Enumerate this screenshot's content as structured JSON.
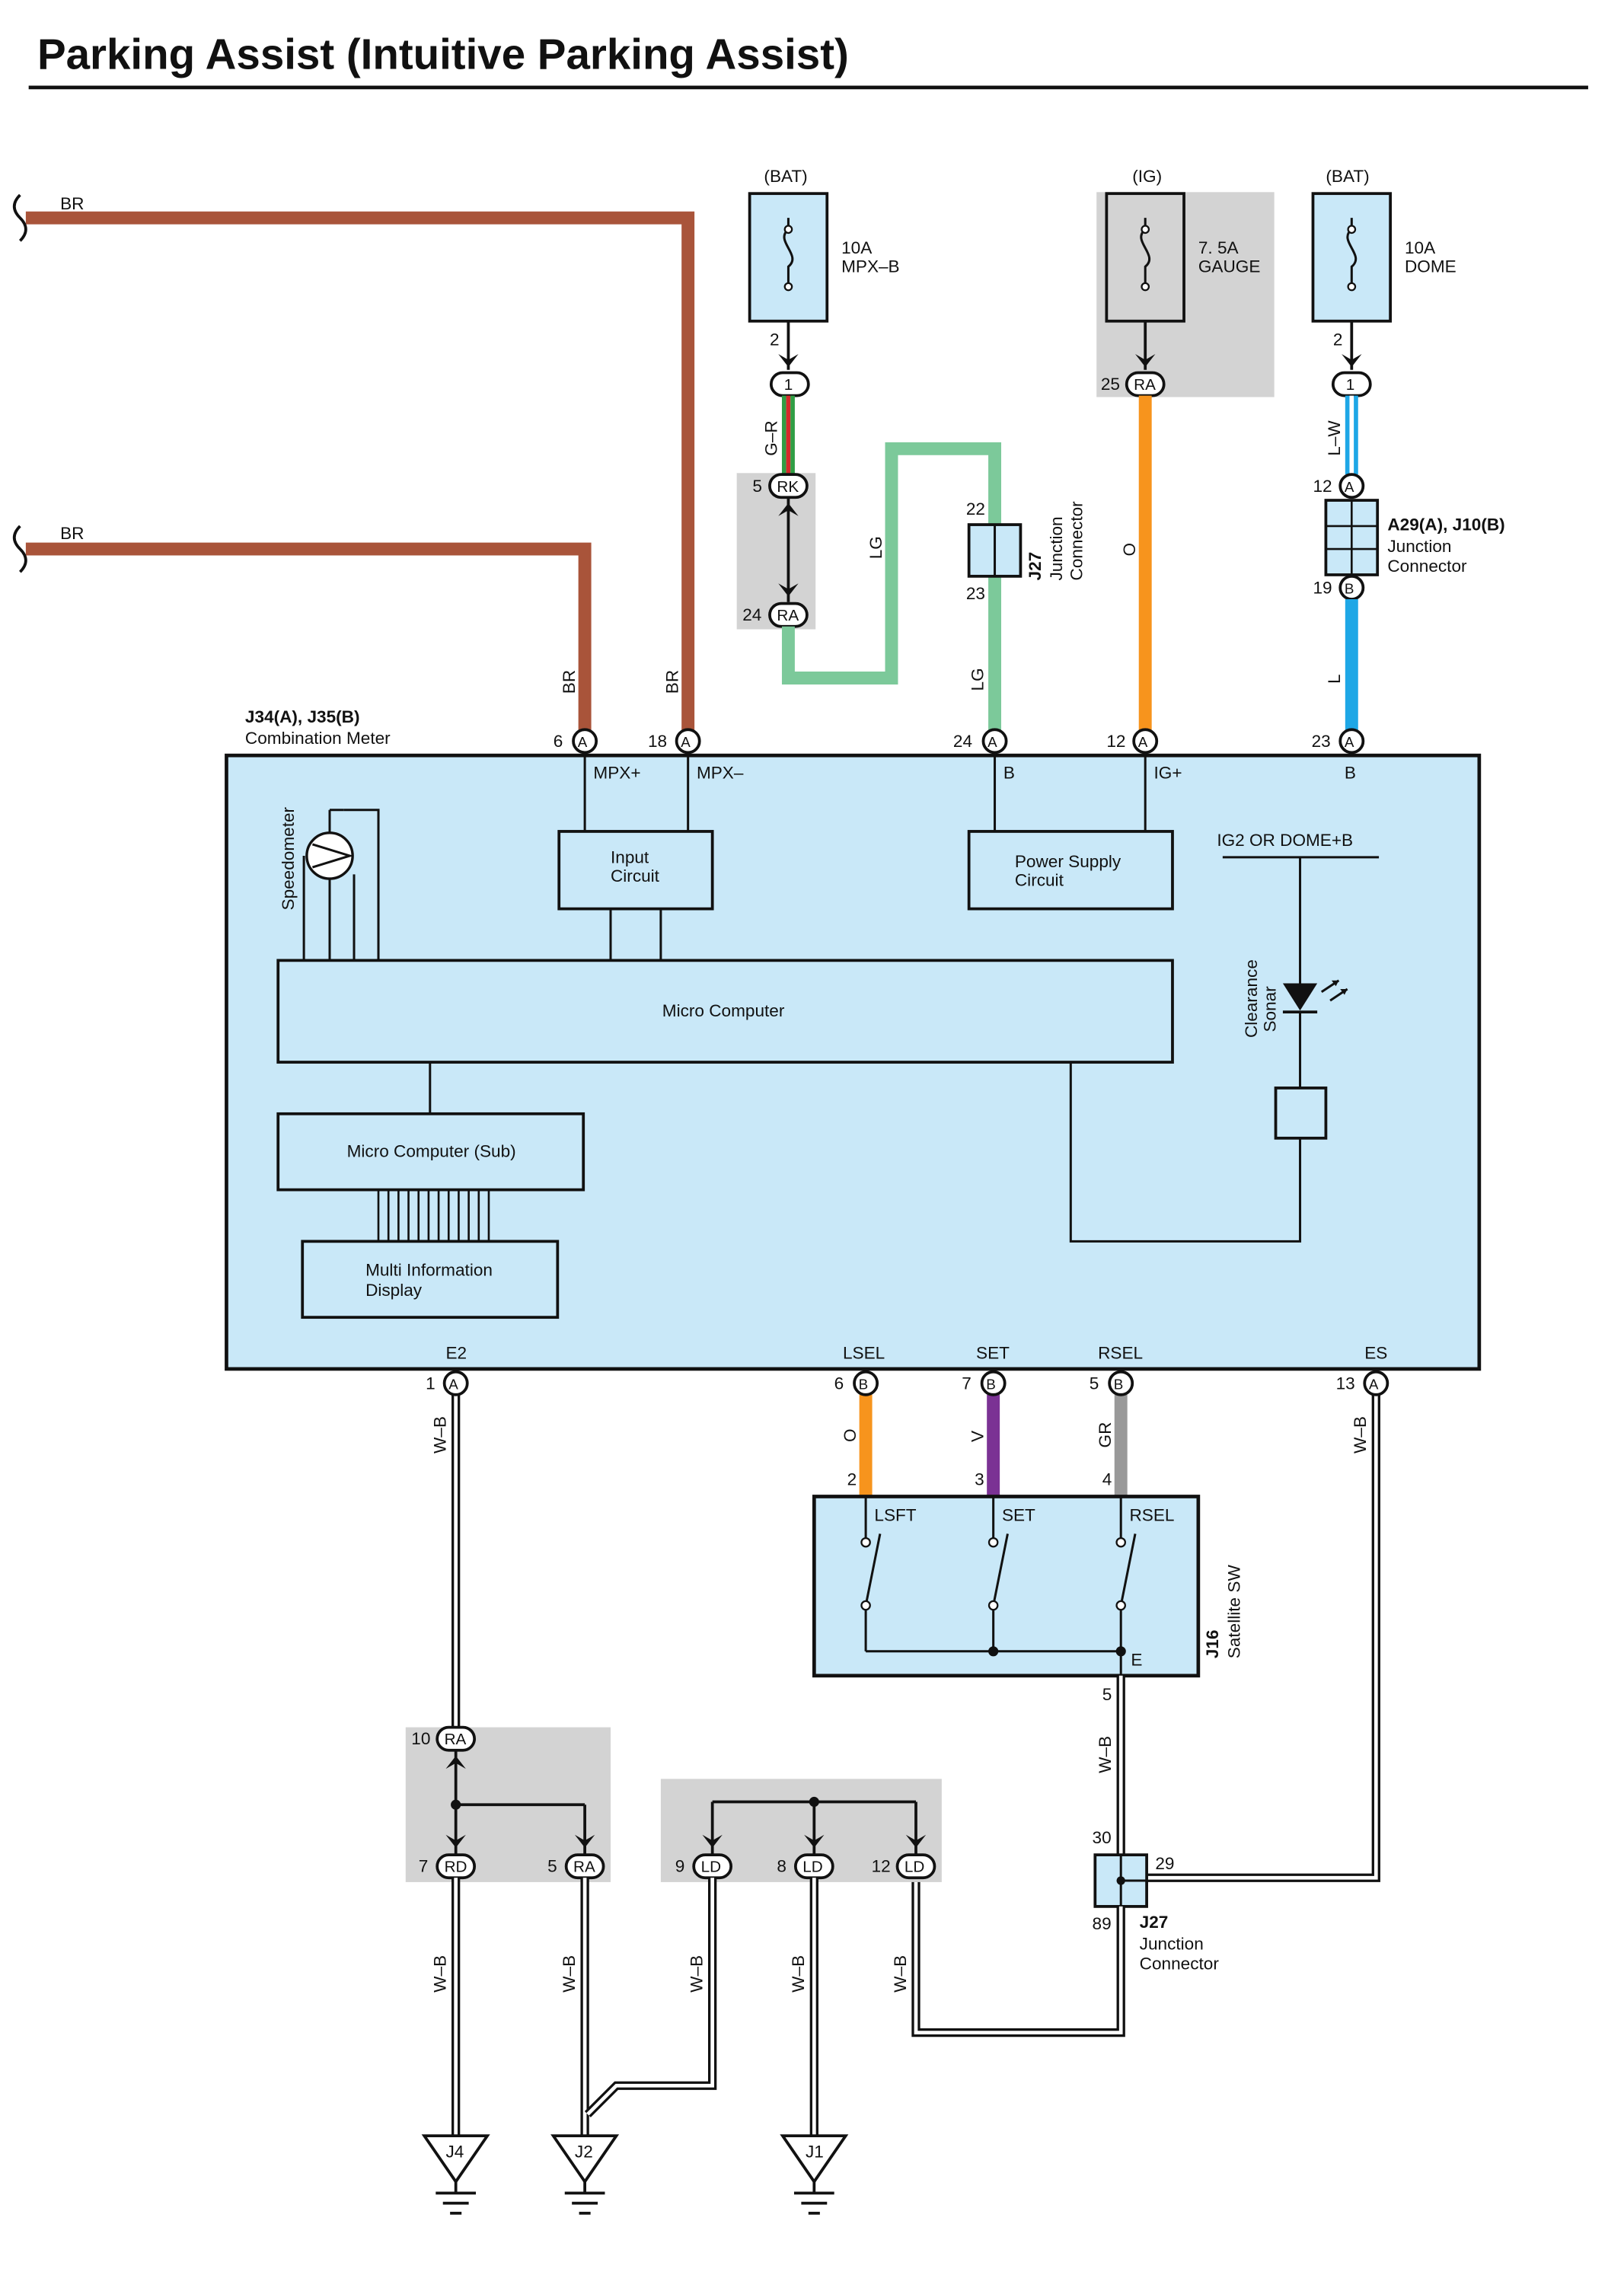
{
  "title": "Parking Assist (Intuitive Parking Assist)",
  "colors": {
    "box_fill": "#c9e8f8",
    "gray_fill": "#d3d3d3",
    "BR": "#a9543a",
    "LG": "#7cc99a",
    "O": "#f7941d",
    "L": "#1ea7e6",
    "V": "#7b3294",
    "GR": "#999999",
    "G": "#2f9e44",
    "R": "#d42b2b"
  },
  "wires": {
    "br_top": "BR",
    "br_mid": "BR",
    "br_a6": "BR",
    "br_a18": "BR",
    "g_r": "G–R",
    "lg_left": "LG",
    "lg_right": "LG",
    "o_top": "O",
    "l_w": "L–W",
    "l": "L",
    "w_b_e2": "W–B",
    "w_b_es": "W–B",
    "o_lsel": "O",
    "v_set": "V",
    "gr_rsel": "GR",
    "w_b_sw": "W–B",
    "w_b_rd": "W–B",
    "w_b_ra": "W–B",
    "w_b_ld9": "W–B",
    "w_b_ld8": "W–B",
    "w_b_ld12": "W–B"
  },
  "fuses": {
    "mpx_src": "(BAT)",
    "mpx_amp": "10A",
    "mpx_name": "MPX–B",
    "gauge_src": "(IG)",
    "gauge_amp": "7. 5A",
    "gauge_name": "GAUGE",
    "dome_src": "(BAT)",
    "dome_amp": "10A",
    "dome_name": "DOME"
  },
  "pins": {
    "fuse_mpx": "2",
    "fuse_mpx_c": "1",
    "rk5": "5",
    "rk": "RK",
    "ra24": "24",
    "ra": "RA",
    "j27_22": "22",
    "j27_23": "23",
    "gauge25": "25",
    "dome2": "2",
    "dome_c1": "1",
    "a12": "12",
    "b19": "19",
    "A": "A",
    "B": "B",
    "m6": "6",
    "m18": "18",
    "m24": "24",
    "m12": "12",
    "m23": "23",
    "m1": "1",
    "m6b": "6",
    "m7b": "7",
    "m5b": "5",
    "m13": "13",
    "sw2": "2",
    "sw3": "3",
    "sw4": "4",
    "sw5": "5",
    "ra10": "10",
    "rd7": "7",
    "rd": "RD",
    "ra5": "5",
    "ld9": "9",
    "ld8": "8",
    "ld12": "12",
    "ld": "LD",
    "j27b_30": "30",
    "j27b_29": "29",
    "j27b_89": "89"
  },
  "connectors": {
    "j27_code": "J27",
    "j27_name1": "Junction",
    "j27_name2": "Connector",
    "a29_code": "A29(A), J10(B)",
    "a29_name1": "Junction",
    "a29_name2": "Connector",
    "meter_code": "J34(A), J35(B)",
    "meter_name": "Combination Meter",
    "j16_code": "J16",
    "j16_name": "Satellite SW",
    "j27b_code": "J27",
    "j27b_name1": "Junction",
    "j27b_name2": "Connector"
  },
  "meter": {
    "mpx_plus": "MPX+",
    "mpx_minus": "MPX–",
    "b_top": "B",
    "ig_plus": "IG+",
    "b_right": "B",
    "input_circuit_1": "Input",
    "input_circuit_2": "Circuit",
    "power_supply_1": "Power Supply",
    "power_supply_2": "Circuit",
    "ig2_dome": "IG2 OR DOME+B",
    "speedometer": "Speedometer",
    "micro_computer": "Micro Computer",
    "micro_computer_sub": "Micro Computer (Sub)",
    "mid_1": "Multi Information",
    "mid_2": "Display",
    "clearance_1": "Clearance",
    "clearance_2": "Sonar",
    "e2": "E2",
    "lsel": "LSEL",
    "set": "SET",
    "rsel": "RSEL",
    "es": "ES"
  },
  "switch": {
    "lsft": "LSFT",
    "set": "SET",
    "rsel": "RSEL",
    "e": "E"
  },
  "grounds": {
    "j4": "J4",
    "j2": "J2",
    "j1": "J1"
  }
}
